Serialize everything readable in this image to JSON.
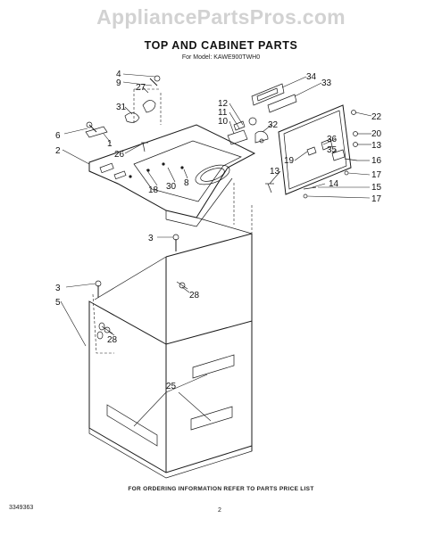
{
  "watermark": "AppliancePartsPros.com",
  "title": "TOP AND CABINET PARTS",
  "subtitle": "For Model: KAWE900TWH0",
  "footer": "FOR ORDERING INFORMATION REFER TO PARTS PRICE LIST",
  "doc_number": "3349363",
  "page_number": "2",
  "callouts": [
    "4",
    "9",
    "27",
    "31",
    "6",
    "1",
    "26",
    "2",
    "18",
    "30",
    "8",
    "12",
    "11",
    "10",
    "32",
    "34",
    "33",
    "22",
    "20",
    "13",
    "36",
    "35",
    "19",
    "13",
    "14",
    "16",
    "17",
    "15",
    "17",
    "3",
    "28",
    "3",
    "5",
    "28",
    "25"
  ],
  "colors": {
    "line": "#1a1a1a",
    "watermark": "#d2d2d2",
    "background": "#ffffff"
  }
}
